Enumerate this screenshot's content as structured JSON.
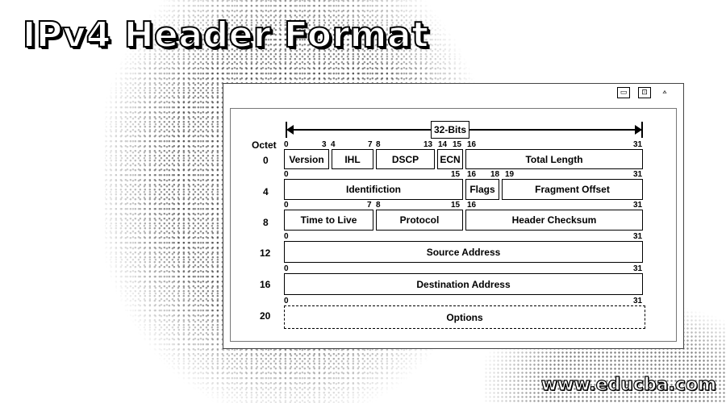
{
  "title": "IPv4 Header Format",
  "footer": "www.educba.com",
  "window_controls": [
    "▭",
    "⊡",
    "⟑"
  ],
  "bits_label": "32-Bits",
  "octet_header": "Octet",
  "octets": [
    "0",
    "4",
    "8",
    "12",
    "16",
    "20"
  ],
  "rows": [
    {
      "bit_marks": [
        "0",
        "3",
        "4",
        "7",
        "8",
        "13",
        "14",
        "15",
        "16",
        "31"
      ],
      "fields": [
        "Version",
        "IHL",
        "DSCP",
        "ECN",
        "Total Length"
      ]
    },
    {
      "bit_marks": [
        "0",
        "15",
        "16",
        "18",
        "19",
        "31"
      ],
      "fields": [
        "Identifiction",
        "Flags",
        "Fragment Offset"
      ]
    },
    {
      "bit_marks": [
        "0",
        "7",
        "8",
        "15",
        "16",
        "31"
      ],
      "fields": [
        "Time to Live",
        "Protocol",
        "Header Checksum"
      ]
    },
    {
      "bit_marks": [
        "0",
        "31"
      ],
      "fields": [
        "Source Address"
      ]
    },
    {
      "bit_marks": [
        "0",
        "31"
      ],
      "fields": [
        "Destination Address"
      ]
    },
    {
      "bit_marks": [
        "0",
        "31"
      ],
      "fields": [
        "Options"
      ]
    }
  ]
}
